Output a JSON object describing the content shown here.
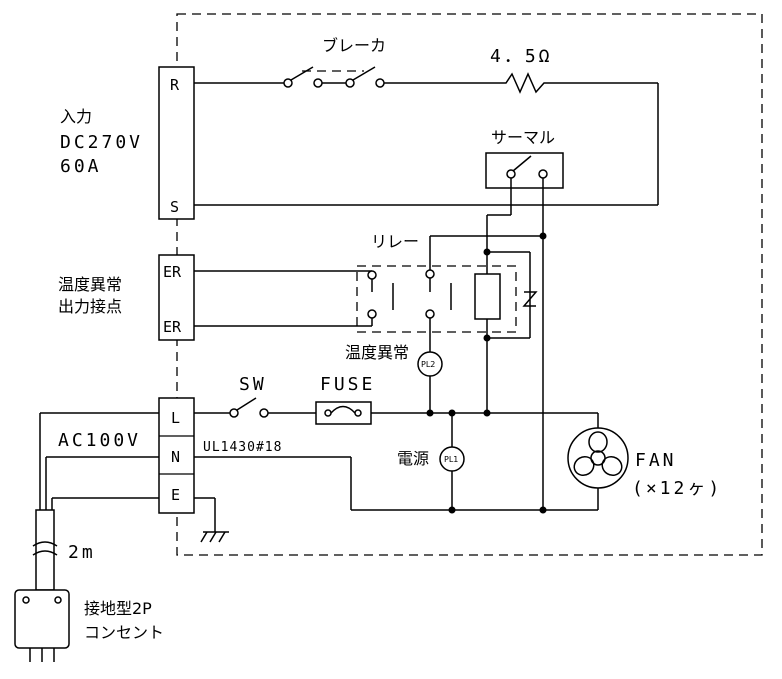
{
  "labels": {
    "breaker": "ブレーカ",
    "resistor": "4．5Ω",
    "input_line1": "入力",
    "input_line2": "DC270V",
    "input_line3": "60A",
    "thermal": "サーマル",
    "relay": "リレー",
    "temp_alarm_line1": "温度異常",
    "temp_alarm_line2": "出力接点",
    "pl2_caption": "温度異常",
    "sw": "SW",
    "fuse": "FUSE",
    "ac100v": "AC100V",
    "cable": "UL1430#18",
    "power_caption": "電源",
    "fan_line1": "FAN",
    "fan_line2": "(×12ヶ)",
    "cord_length": "2m",
    "plug_line1": "接地型2P",
    "plug_line2": "コンセント"
  },
  "terminals": {
    "dc_r": "R",
    "dc_s": "S",
    "er_1": "ER",
    "er_2": "ER",
    "ac_l": "L",
    "ac_n": "N",
    "ac_e": "E"
  },
  "lamps": {
    "pl1": "PL1",
    "pl2": "PL2"
  }
}
